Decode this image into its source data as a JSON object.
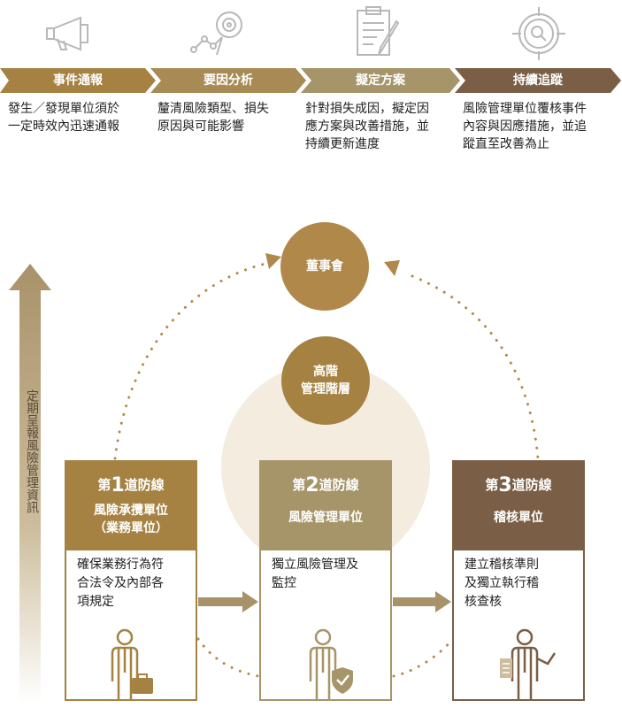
{
  "colors": {
    "gold": "#b0894a",
    "gold_dark": "#9a7a42",
    "tan": "#a69569",
    "brown": "#7a5e45",
    "halo": "#f3ecdf",
    "arrow": "#a8926a"
  },
  "steps": [
    {
      "label": "事件通報",
      "icon": "megaphone-icon",
      "desc_lines": [
        "發生／發現單位須於",
        "一定時效內迅速通報"
      ]
    },
    {
      "label": "要因分析",
      "icon": "analysis-chart-icon",
      "desc_lines": [
        "釐清風險類型、損失",
        "原因與可能影響"
      ]
    },
    {
      "label": "擬定方案",
      "icon": "document-pen-icon",
      "desc_lines": [
        "針對損失成因，擬定因",
        "應方案與改善措施，並",
        "持續更新進度"
      ]
    },
    {
      "label": "持續追蹤",
      "icon": "target-search-icon",
      "desc_lines": [
        "風險管理單位覆核事件",
        "內容與因應措施，並追",
        "蹤直至改善為止"
      ]
    }
  ],
  "side_label": "定期呈報風險管理資訊",
  "board": {
    "label": "董事會"
  },
  "senior": {
    "label_lines": [
      "高階",
      "管理階層"
    ]
  },
  "lines": [
    {
      "prefix": "第",
      "number": "1",
      "suffix": "道防線",
      "unit_lines": [
        "風險承攬單位",
        "（業務單位）"
      ],
      "body_lines": [
        "確保業務行為符",
        "合法令及內部各",
        "項規定"
      ],
      "icon": "person-briefcase-icon"
    },
    {
      "prefix": "第",
      "number": "2",
      "suffix": "道防線",
      "unit_lines": [
        "風險管理單位"
      ],
      "body_lines": [
        "獨立風險管理及",
        "監控"
      ],
      "icon": "person-shield-icon"
    },
    {
      "prefix": "第",
      "number": "3",
      "suffix": "道防線",
      "unit_lines": [
        "稽核單位"
      ],
      "body_lines": [
        "建立稽核準則",
        "及獨立執行稽",
        "核查核"
      ],
      "icon": "person-presenting-icon"
    }
  ]
}
